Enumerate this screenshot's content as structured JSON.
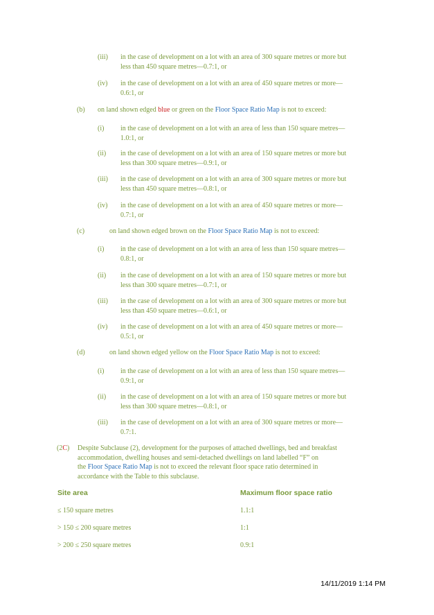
{
  "a_sub": [
    {
      "num": "(iii)",
      "line1": "in the case of development on a lot with an area of 300 square metres or more but",
      "line2": "less than 450 square metres—0.7:1, or"
    },
    {
      "num": "(iv)",
      "line1": "in the case of development on a lot with an area of 450 square metres or more—",
      "line2": "0.6:1, or"
    }
  ],
  "b": {
    "num": "(b)",
    "pre": "on land shown edged ",
    "red_word": "blue",
    "mid": " or green on the ",
    "link": "Floor Space Ratio Map",
    "post": " is not to exceed:",
    "sub": [
      {
        "num": "(i)",
        "line1": "in the case of development on a lot with an area of less than 150 square metres—",
        "line2": "1.0:1, or"
      },
      {
        "num": "(ii)",
        "line1": "in the case of development on a lot with an area of 150 square metres or more but",
        "line2": "less than 300 square metres—0.9:1, or"
      },
      {
        "num": "(iii)",
        "line1": "in the case of development on a lot with an area of 300 square metres or more but",
        "line2": "less than 450 square metres—0.8:1, or"
      },
      {
        "num": "(iv)",
        "line1": "in the case of development on a lot with an area of 450 square metres or more—",
        "line2": "0.7:1, or"
      }
    ]
  },
  "c": {
    "num": "(c)",
    "pre": "on land shown edged brown on the ",
    "link": "Floor Space Ratio Map",
    "post": " is not to exceed:",
    "sub": [
      {
        "num": "(i)",
        "line1": "in the case of development on a lot with an area of less than 150 square metres—",
        "line2": "0.8:1, or"
      },
      {
        "num": "(ii)",
        "line1": "in the case of development on a lot with an area of 150 square metres or more but",
        "line2": "less than 300 square metres—0.7:1, or"
      },
      {
        "num": "(iii)",
        "line1": "in the case of development on a lot with an area of 300 square metres or more but",
        "line2": "less than 450 square metres—0.6:1, or"
      },
      {
        "num": "(iv)",
        "line1": "in the case of development on a lot with an area of 450 square metres or more—",
        "line2": "0.5:1, or"
      }
    ]
  },
  "d": {
    "num": "(d)",
    "pre": "on land shown edged yellow on the ",
    "link": "Floor Space Ratio Map",
    "post": " is not to exceed:",
    "sub": [
      {
        "num": "(i)",
        "line1": "in the case of development on a lot with an area of less than 150 square metres—",
        "line2": "0.9:1, or"
      },
      {
        "num": "(ii)",
        "line1": "in the case of development on a lot with an area of 150 square metres or more but",
        "line2": "less than 300 square metres—0.8:1, or"
      },
      {
        "num": "(iii)",
        "line1": "in the case of development on a lot with an area of 300 square metres or more—",
        "line2": "0.7:1."
      }
    ]
  },
  "clause2c": {
    "num_open": "(2",
    "num_red": "C",
    "num_close": ")",
    "line1": "Despite Subclause (2), development for the purposes of attached dwellings, bed and breakfast",
    "line2": "accommodation, dwelling houses and semi-detached dwellings on land labelled “F” on",
    "line3_pre": "the ",
    "line3_link": "Floor Space Ratio Map",
    "line3_post": " is not to exceed the relevant floor space ratio determined in",
    "line4": "accordance with the Table to this subclause."
  },
  "table": {
    "headers": [
      "Site area",
      "Maximum floor space ratio"
    ],
    "rows": [
      [
        "≤ 150 square metres",
        "1.1:1"
      ],
      [
        "> 150 ≤ 200 square metres",
        "1:1"
      ],
      [
        "> 200 ≤ 250 square metres",
        "0.9:1"
      ]
    ]
  },
  "timestamp": "14/11/2019 1:14 PM"
}
